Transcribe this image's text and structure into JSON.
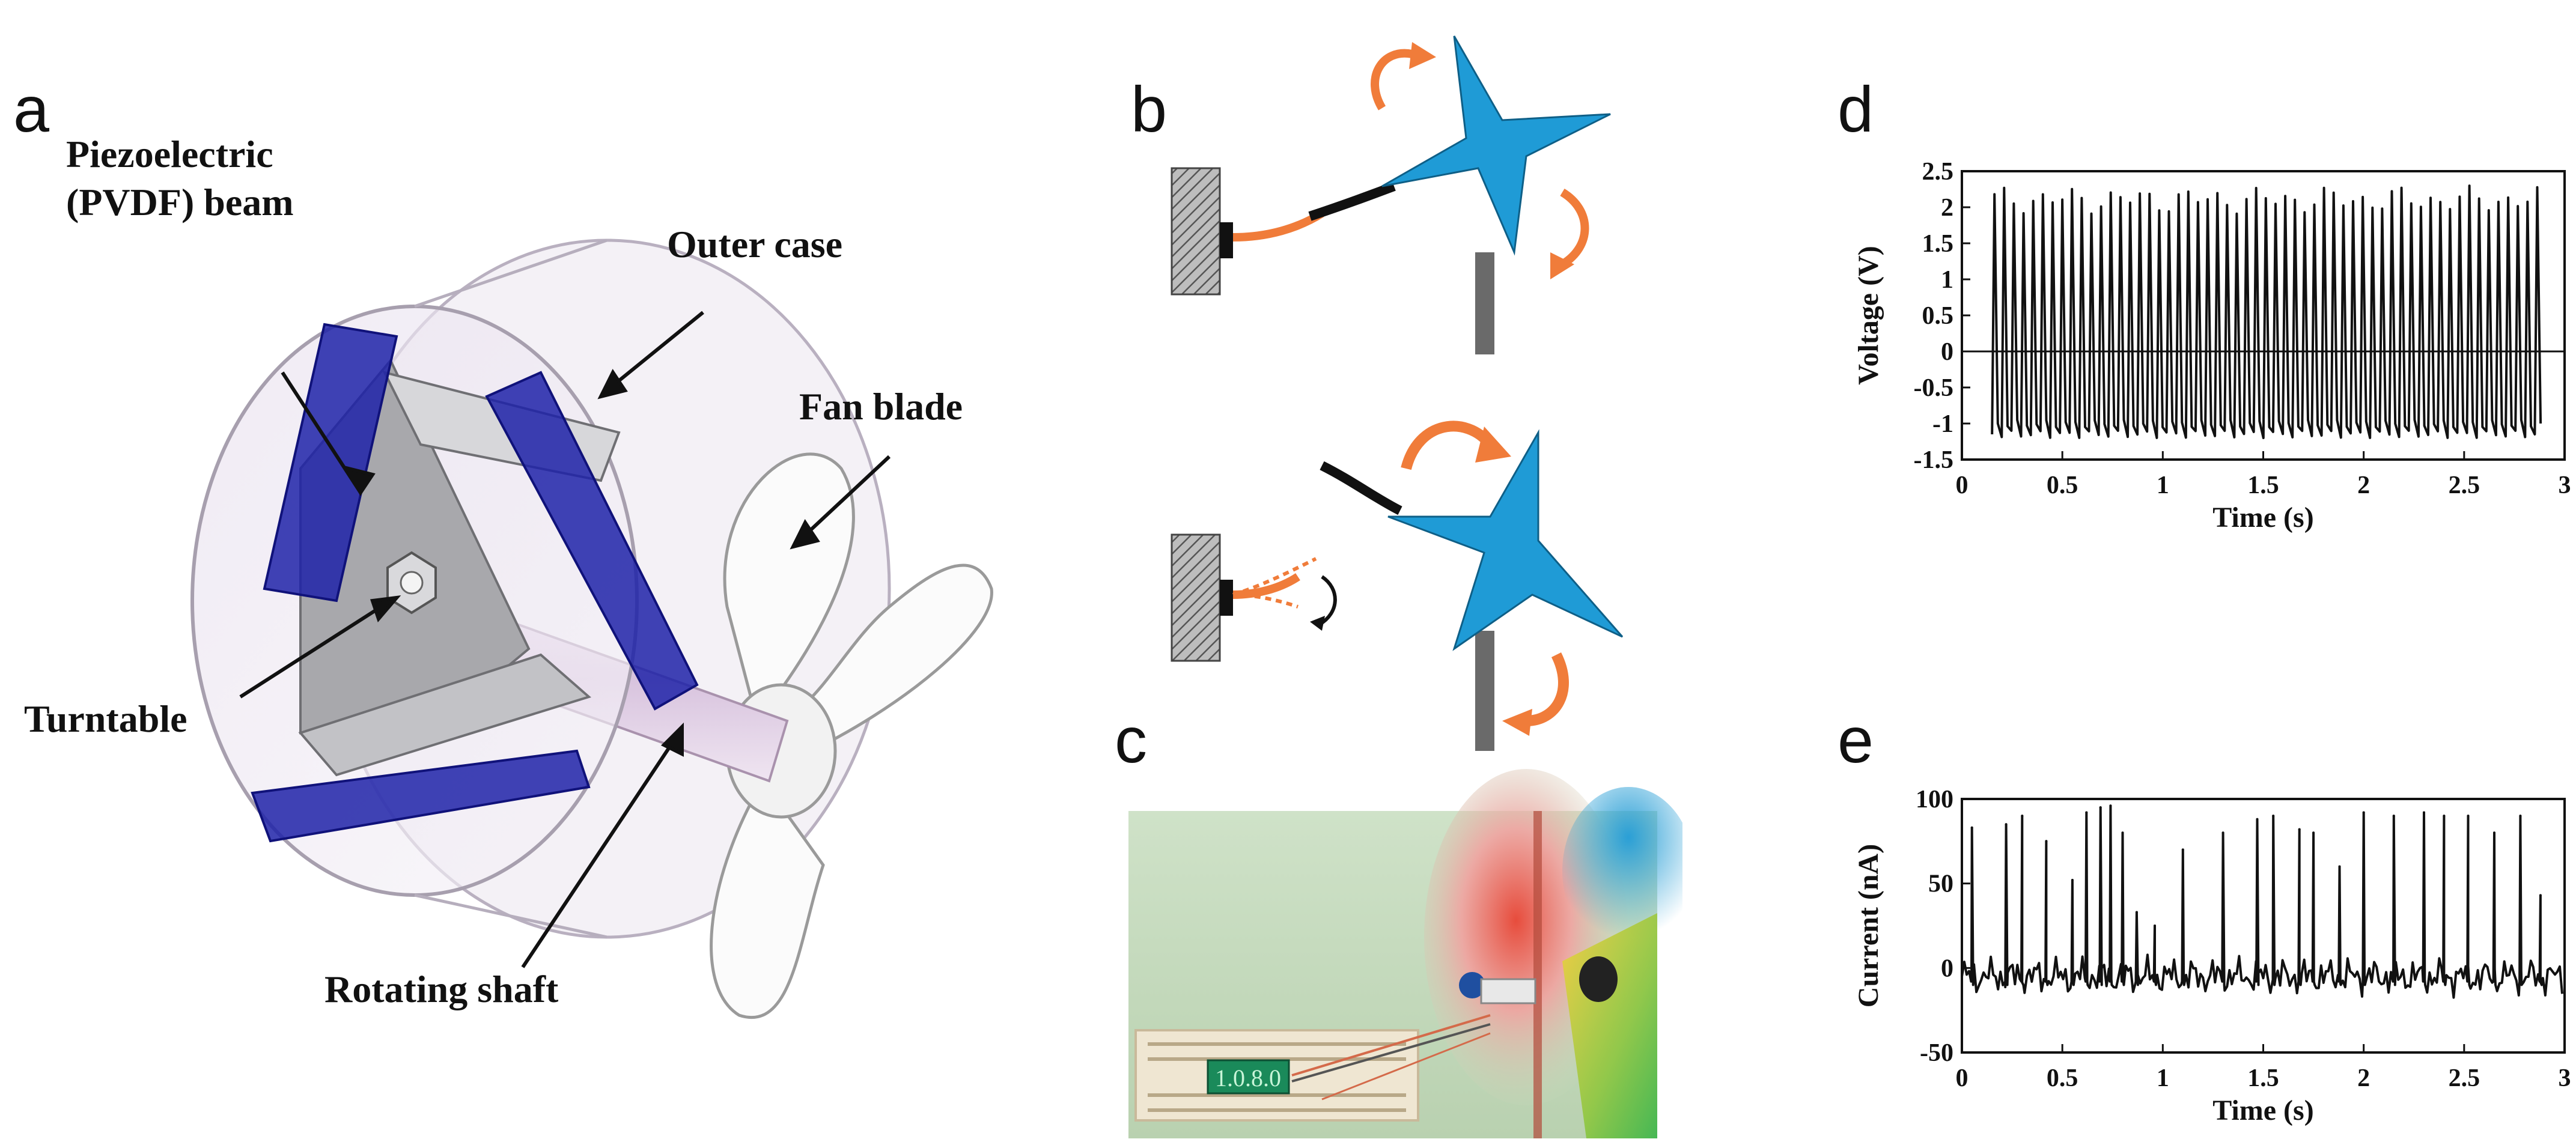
{
  "panels": {
    "a": {
      "letter": "a",
      "labels": {
        "piezo": "Piezoelectric",
        "piezo2": "(PVDF) beam",
        "outer": "Outer case",
        "fan": "Fan blade",
        "turntable": "Turntable",
        "shaft": "Rotating shaft"
      }
    },
    "b": {
      "letter": "b"
    },
    "c": {
      "letter": "c",
      "display_digits": "1.0.8.0"
    },
    "d": {
      "letter": "d"
    },
    "e": {
      "letter": "e"
    }
  },
  "colors": {
    "pvdf": "#1e22a8",
    "fan_blue": "#1f9bd6",
    "arrow_orange": "#f07c3a"
  },
  "chart_data": [
    {
      "type": "line",
      "panel": "d",
      "xlabel": "Time (s)",
      "ylabel": "Voltage (V)",
      "xlim": [
        0,
        3
      ],
      "ylim": [
        -1.5,
        2.5
      ],
      "xticks": [
        "0",
        "0.5",
        "1",
        "1.5",
        "2",
        "2.5",
        "3"
      ],
      "yticks": [
        "2.5",
        "2",
        "1.5",
        "1",
        "0.5",
        "0",
        "-0.5",
        "-1",
        "-1.5"
      ],
      "signal": {
        "t_start": 0.15,
        "t_end": 2.9,
        "peak_count": 57,
        "peak_high": 2.1,
        "peak_low": -1.15,
        "baseline": 0
      }
    },
    {
      "type": "line",
      "panel": "e",
      "xlabel": "Time (s)",
      "ylabel": "Current (nA)",
      "xlim": [
        0,
        3
      ],
      "ylim": [
        -50,
        100
      ],
      "xticks": [
        "0",
        "0.5",
        "1",
        "1.5",
        "2",
        "2.5",
        "3"
      ],
      "yticks": [
        "100",
        "50",
        "0",
        "-50"
      ],
      "spikes": [
        {
          "t": 0.05,
          "v": 83
        },
        {
          "t": 0.22,
          "v": 85
        },
        {
          "t": 0.3,
          "v": 90
        },
        {
          "t": 0.42,
          "v": 75
        },
        {
          "t": 0.55,
          "v": 52
        },
        {
          "t": 0.62,
          "v": 92
        },
        {
          "t": 0.69,
          "v": 95
        },
        {
          "t": 0.74,
          "v": 96
        },
        {
          "t": 0.8,
          "v": 80
        },
        {
          "t": 0.87,
          "v": 33
        },
        {
          "t": 0.96,
          "v": 25
        },
        {
          "t": 1.1,
          "v": 70
        },
        {
          "t": 1.3,
          "v": 80
        },
        {
          "t": 1.47,
          "v": 88
        },
        {
          "t": 1.55,
          "v": 90
        },
        {
          "t": 1.68,
          "v": 82
        },
        {
          "t": 1.75,
          "v": 80
        },
        {
          "t": 1.88,
          "v": 60
        },
        {
          "t": 2.0,
          "v": 92
        },
        {
          "t": 2.15,
          "v": 90
        },
        {
          "t": 2.3,
          "v": 92
        },
        {
          "t": 2.4,
          "v": 90
        },
        {
          "t": 2.52,
          "v": 90
        },
        {
          "t": 2.65,
          "v": 80
        },
        {
          "t": 2.78,
          "v": 90
        },
        {
          "t": 2.88,
          "v": 43
        }
      ]
    }
  ]
}
